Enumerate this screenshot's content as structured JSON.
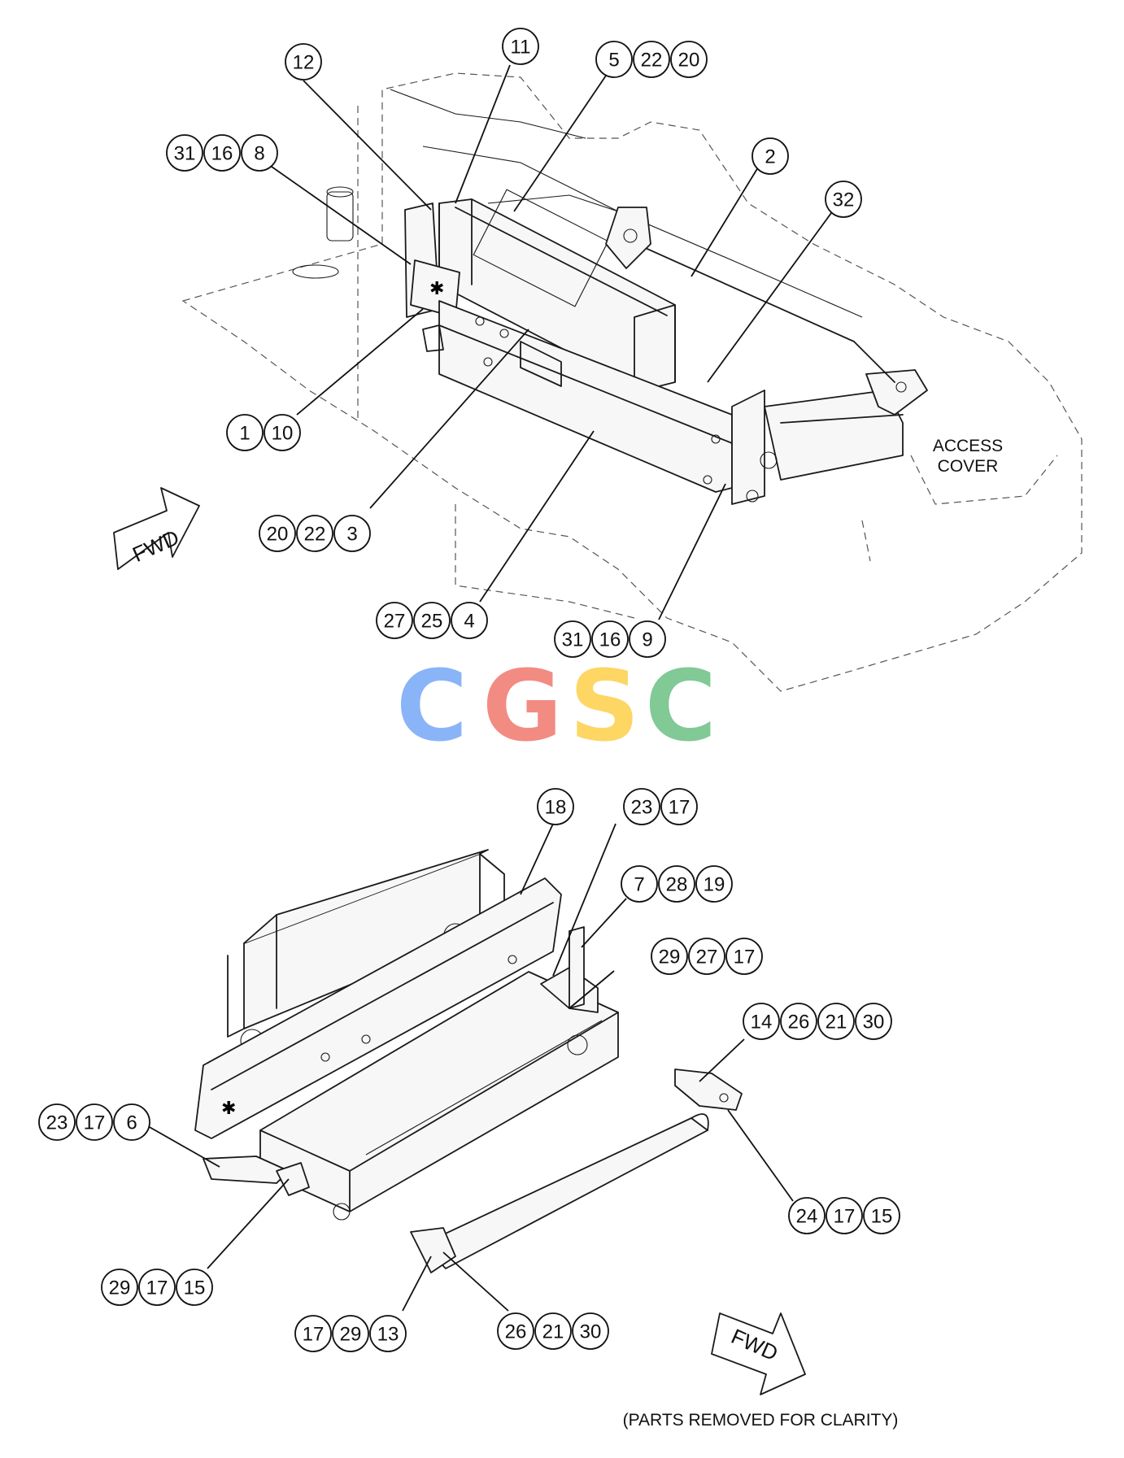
{
  "labels": {
    "access_cover_line1": "ACCESS",
    "access_cover_line2": "COVER",
    "fwd": "FWD",
    "parts_note": "(PARTS REMOVED FOR CLARITY)"
  },
  "logo": {
    "letters": [
      "C",
      "G",
      "S",
      "C"
    ],
    "colors": [
      "#8ab4f8",
      "#f28b82",
      "#fdd663",
      "#81c995"
    ]
  },
  "callouts": [
    {
      "id": "c-12",
      "numbers": [
        "12"
      ]
    },
    {
      "id": "c-11",
      "numbers": [
        "11"
      ]
    },
    {
      "id": "c-5-22-20",
      "numbers": [
        "5",
        "22",
        "20"
      ]
    },
    {
      "id": "c-31-16-8",
      "numbers": [
        "31",
        "16",
        "8"
      ]
    },
    {
      "id": "c-2",
      "numbers": [
        "2"
      ]
    },
    {
      "id": "c-32",
      "numbers": [
        "32"
      ]
    },
    {
      "id": "c-1-10",
      "numbers": [
        "1",
        "10"
      ]
    },
    {
      "id": "c-20-22-3",
      "numbers": [
        "20",
        "22",
        "3"
      ]
    },
    {
      "id": "c-27-25-4",
      "numbers": [
        "27",
        "25",
        "4"
      ]
    },
    {
      "id": "c-31-16-9",
      "numbers": [
        "31",
        "16",
        "9"
      ]
    },
    {
      "id": "c-18",
      "numbers": [
        "18"
      ]
    },
    {
      "id": "c-23-17",
      "numbers": [
        "23",
        "17"
      ]
    },
    {
      "id": "c-7-28-19",
      "numbers": [
        "7",
        "28",
        "19"
      ]
    },
    {
      "id": "c-29-27-17",
      "numbers": [
        "29",
        "27",
        "17"
      ]
    },
    {
      "id": "c-14-26-21-30",
      "numbers": [
        "14",
        "26",
        "21",
        "30"
      ]
    },
    {
      "id": "c-23-17-6",
      "numbers": [
        "23",
        "17",
        "6"
      ]
    },
    {
      "id": "c-24-17-15",
      "numbers": [
        "24",
        "17",
        "15"
      ]
    },
    {
      "id": "c-29-17-15",
      "numbers": [
        "29",
        "17",
        "15"
      ]
    },
    {
      "id": "c-17-29-13",
      "numbers": [
        "17",
        "29",
        "13"
      ]
    },
    {
      "id": "c-26-21-30",
      "numbers": [
        "26",
        "21",
        "30"
      ]
    }
  ]
}
